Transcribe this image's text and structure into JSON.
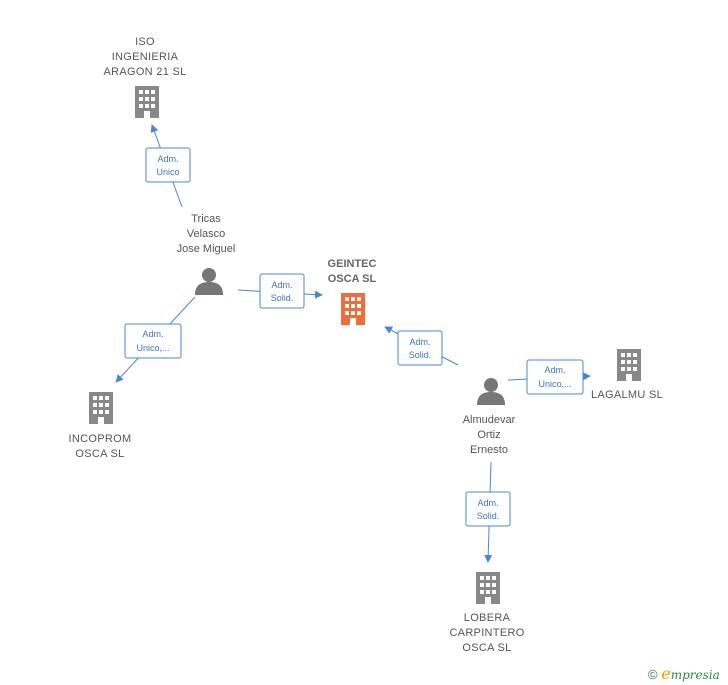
{
  "colors": {
    "accent": "#4a86d4",
    "central": "#f26b3a",
    "building": "#888888",
    "person": "#777777"
  },
  "nodes": {
    "iso": {
      "kind": "company",
      "lines": [
        "ISO",
        "INGENIERIA",
        "ARAGON 21  SL"
      ]
    },
    "tricas": {
      "kind": "person",
      "lines": [
        "Tricas",
        "Velasco",
        "Jose Miguel"
      ]
    },
    "geintec": {
      "kind": "central",
      "lines": [
        "GEINTEC",
        "OSCA  SL"
      ]
    },
    "incoprom": {
      "kind": "company",
      "lines": [
        "INCOPROM",
        "OSCA  SL"
      ]
    },
    "almudevar": {
      "kind": "person",
      "lines": [
        "Almudevar",
        "Ortiz",
        "Ernesto"
      ]
    },
    "lagalmu": {
      "kind": "company",
      "lines": [
        "LAGALMU  SL"
      ]
    },
    "lobera": {
      "kind": "company",
      "lines": [
        "LOBERA",
        "CARPINTERO",
        "OSCA SL"
      ]
    }
  },
  "edges": [
    {
      "id": "tricas-iso",
      "lines": [
        "Adm.",
        "Unico"
      ]
    },
    {
      "id": "tricas-geintec",
      "lines": [
        "Adm.",
        "Solid."
      ]
    },
    {
      "id": "tricas-incoprom",
      "lines": [
        "Adm.",
        "Unico,..."
      ]
    },
    {
      "id": "almudevar-geintec",
      "lines": [
        "Adm.",
        "Solid."
      ]
    },
    {
      "id": "almudevar-lagalmu",
      "lines": [
        "Adm.",
        "Unico,..."
      ]
    },
    {
      "id": "almudevar-lobera",
      "lines": [
        "Adm.",
        "Solid."
      ]
    }
  ],
  "brand": {
    "copyright": "©",
    "e": "e",
    "rest": "mpresia"
  }
}
